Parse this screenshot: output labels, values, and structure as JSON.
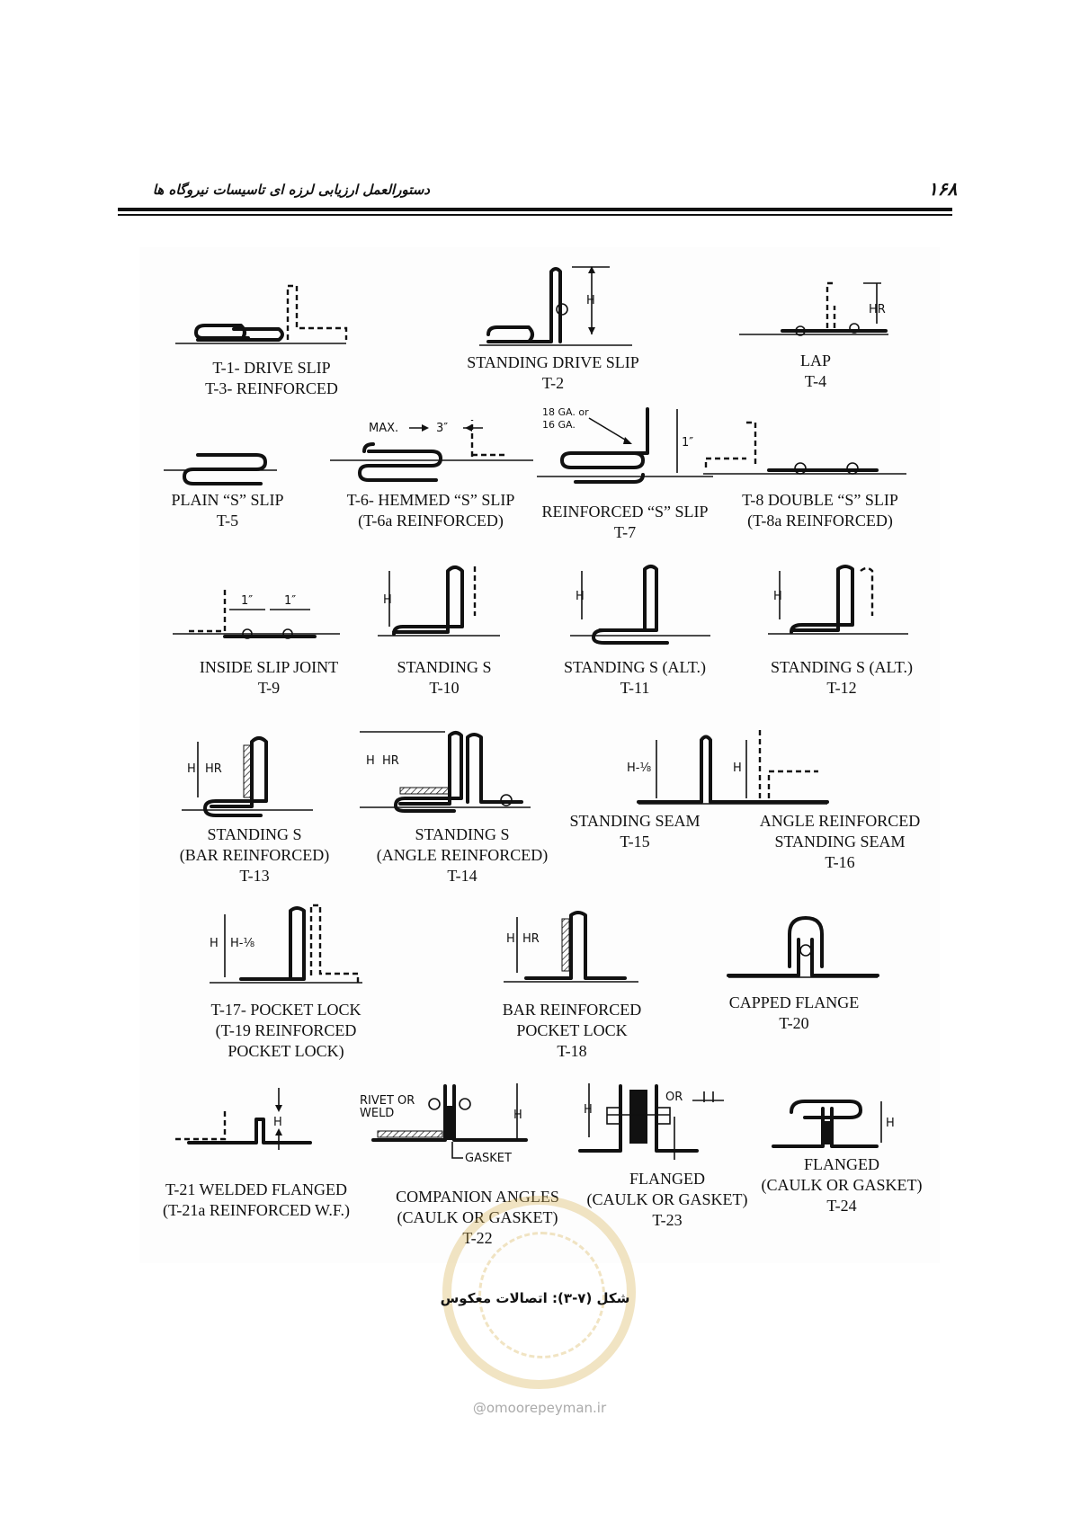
{
  "header": {
    "page_number": "۱۶۸",
    "running_title": "دستورالعمل ارزیابی لرزه ای تاسیسات نیروگاه ها"
  },
  "labels": {
    "h": "H",
    "hr": "HR",
    "h_eighth": "H-⅛",
    "max": "MAX.",
    "three_in": "3″",
    "one_in": "1″",
    "gauge_1": "18 GA. or",
    "gauge_2": "16 GA.",
    "rivet_1": "RIVET OR",
    "rivet_2": "WELD",
    "gasket": "GASKET",
    "or": "OR"
  },
  "captions": {
    "t1": [
      "T-1- DRIVE SLIP",
      "T-3- REINFORCED"
    ],
    "t2": [
      "STANDING DRIVE SLIP",
      "T-2"
    ],
    "t4": [
      "LAP",
      "T-4"
    ],
    "t5": [
      "PLAIN “S” SLIP",
      "T-5"
    ],
    "t6": [
      "T-6- HEMMED “S” SLIP",
      "(T-6a REINFORCED)"
    ],
    "t7": [
      "REINFORCED “S” SLIP",
      "T-7"
    ],
    "t8": [
      "T-8 DOUBLE “S” SLIP",
      "(T-8a REINFORCED)"
    ],
    "t9": [
      "INSIDE SLIP JOINT",
      "T-9"
    ],
    "t10": [
      "STANDING S",
      "T-10"
    ],
    "t11": [
      "STANDING S (ALT.)",
      "T-11"
    ],
    "t12": [
      "STANDING S (ALT.)",
      "T-12"
    ],
    "t13": [
      "STANDING S",
      "(BAR REINFORCED)",
      "T-13"
    ],
    "t14": [
      "STANDING S",
      "(ANGLE REINFORCED)",
      "T-14"
    ],
    "t15": [
      "STANDING SEAM",
      "T-15"
    ],
    "t16": [
      "ANGLE REINFORCED",
      "STANDING SEAM",
      "T-16"
    ],
    "t17": [
      "T-17- POCKET LOCK",
      "(T-19 REINFORCED",
      "POCKET LOCK)"
    ],
    "t18": [
      "BAR REINFORCED",
      "POCKET LOCK",
      "T-18"
    ],
    "t20": [
      "CAPPED FLANGE",
      "T-20"
    ],
    "t21": [
      "T-21 WELDED FLANGED",
      "(T-21a REINFORCED W.F.)"
    ],
    "t22": [
      "COMPANION ANGLES",
      "(CAULK OR GASKET)",
      "T-22"
    ],
    "t23": [
      "FLANGED",
      "(CAULK OR GASKET)",
      "T-23"
    ],
    "t24": [
      "FLANGED",
      "(CAULK OR GASKET)",
      "T-24"
    ]
  },
  "figure_caption": "شکل (۷-۳): اتصالات معکوس",
  "footer": {
    "site": "@omoorepeyman.ir"
  }
}
